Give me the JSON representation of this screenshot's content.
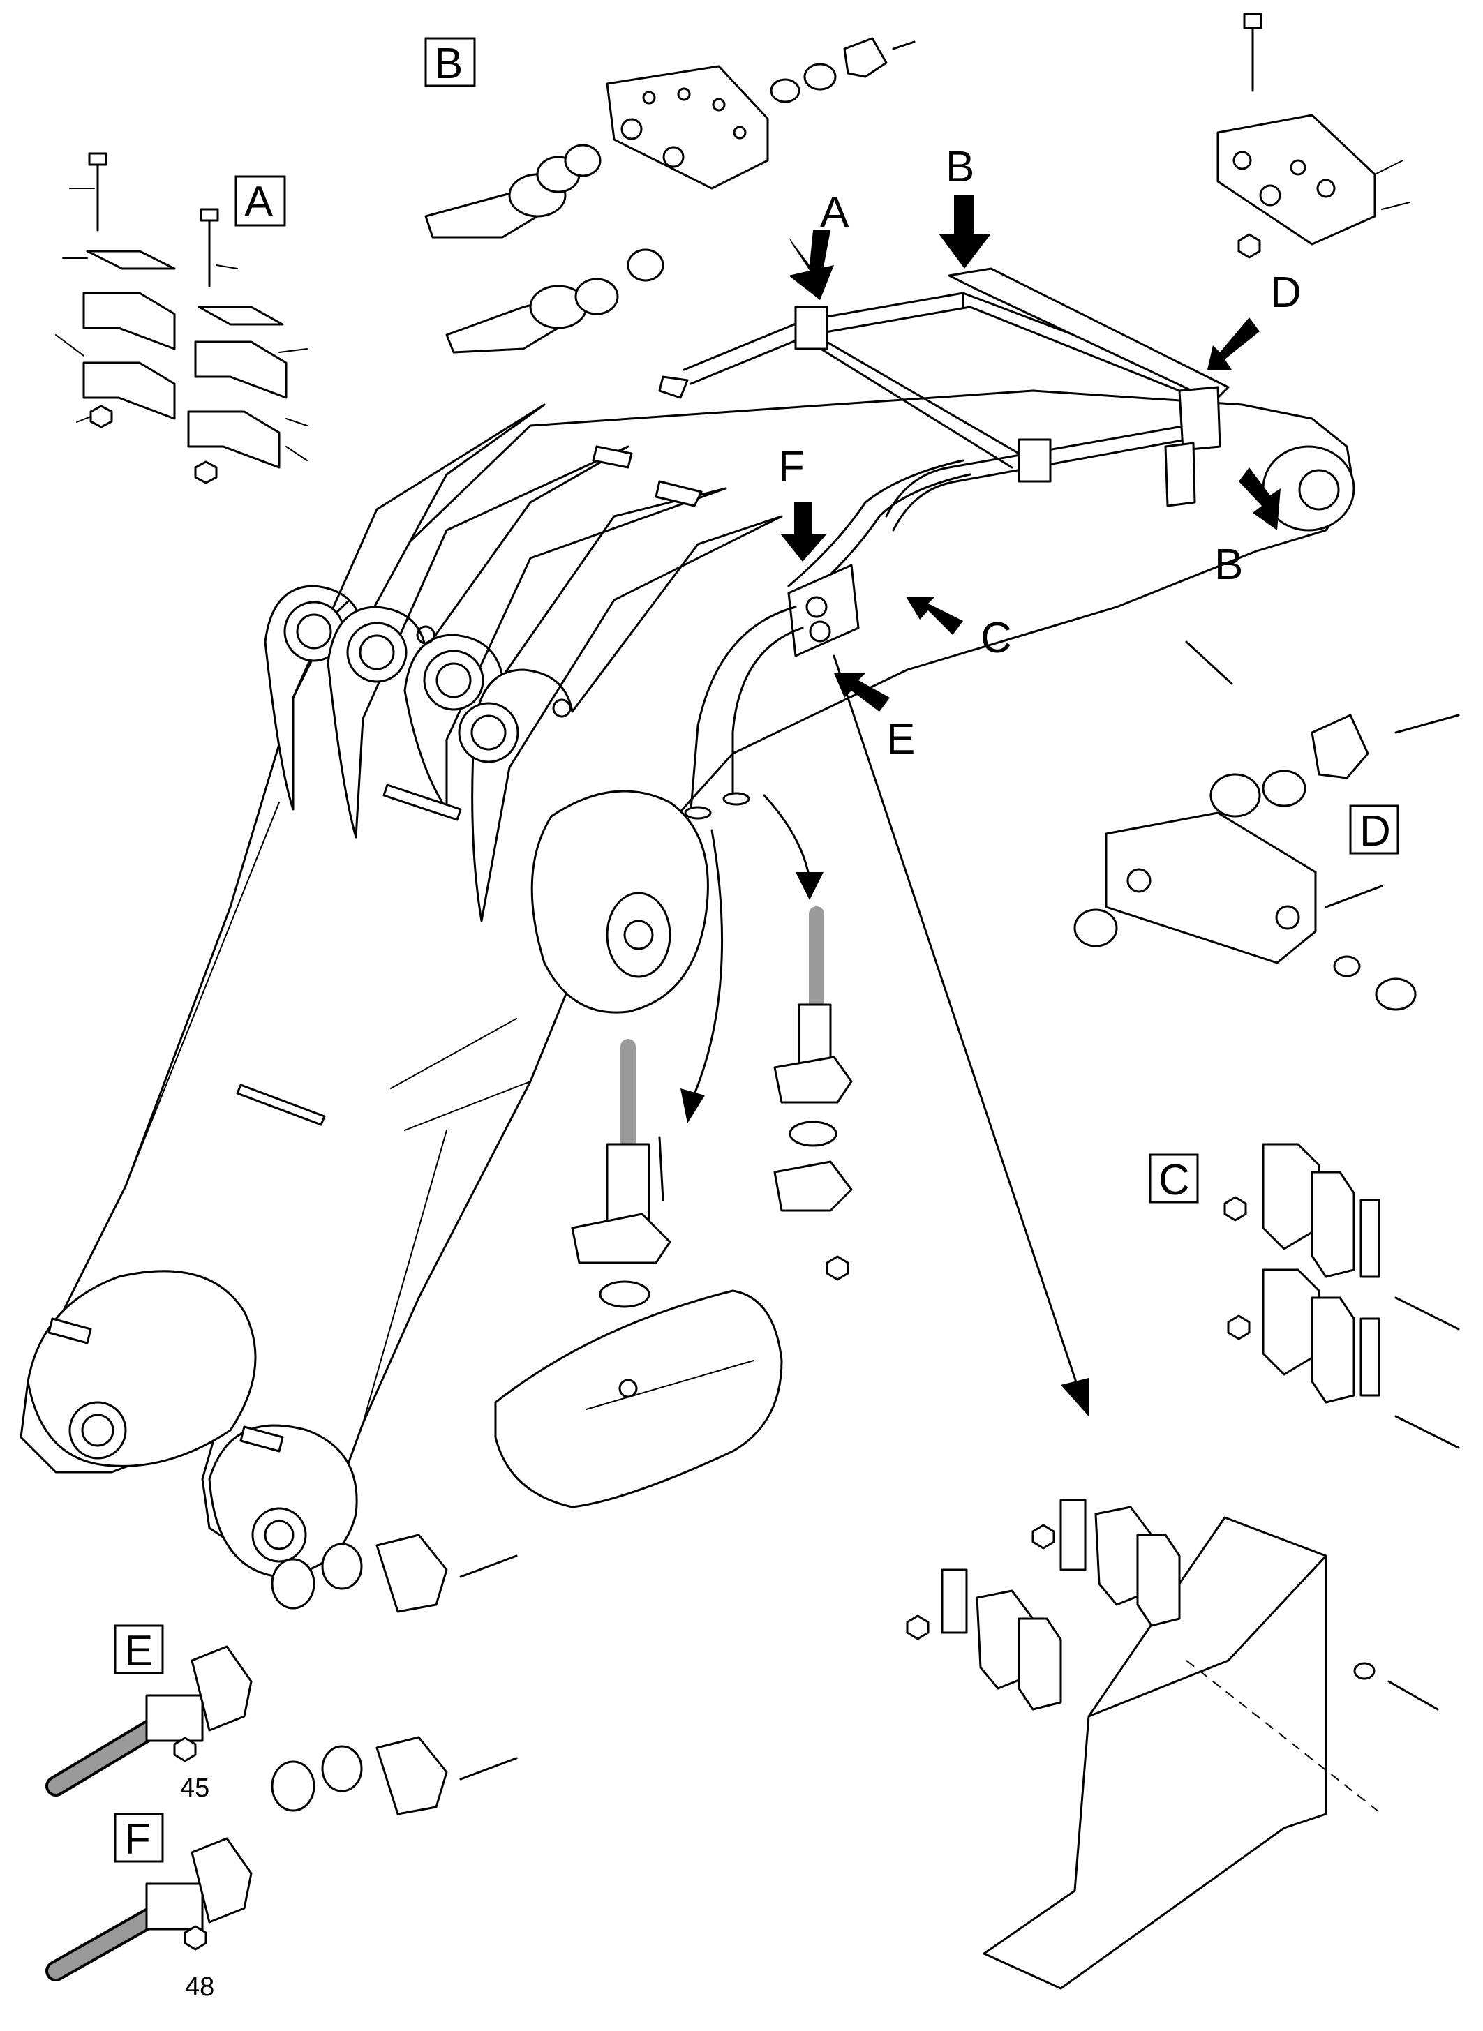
{
  "detail_labels": {
    "A": "A",
    "B": "B",
    "C": "C",
    "D": "D",
    "E": "E",
    "F": "F"
  },
  "view_arrows": {
    "A": "A",
    "B_top": "B",
    "B_right": "B",
    "C": "C",
    "D": "D",
    "E": "E",
    "F": "F"
  },
  "part_numbers": {
    "detail_e_nut": "45",
    "detail_f_nut": "48"
  }
}
